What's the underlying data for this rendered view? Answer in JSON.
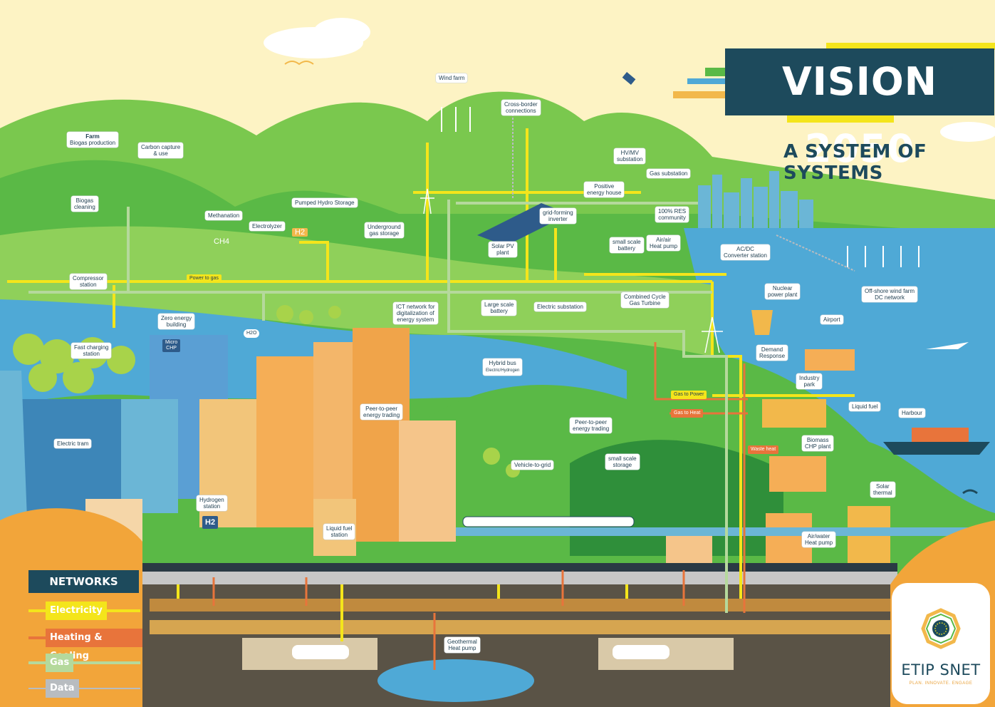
{
  "header": {
    "title": "VISION 2050",
    "subtitle": "A SYSTEM OF SYSTEMS"
  },
  "labels": {
    "farm_title": "Farm",
    "farm_sub": "Biogas production",
    "carbon_capture": "Carbon capture\n& use",
    "biogas_cleaning": "Biogas\ncleaning",
    "methanation": "Methanation",
    "electrolyzer": "Electrolyzer",
    "pumped_hydro": "Pumped Hydro Storage",
    "underground_gas": "Underground\ngas storage",
    "wind_farm": "Wind farm",
    "cross_border": "Cross-border\nconnections",
    "solar_pv": "Solar PV\nplant",
    "grid_forming": "grid-forming\ninverter",
    "positive_energy": "Positive\nenergy house",
    "hv_mv": "HV/MV\nsubstation",
    "gas_substation": "Gas substation",
    "res_community": "100% RES\ncommunity",
    "small_battery": "small scale\nbattery",
    "air_air": "Air/air\nHeat pump",
    "acdc": "AC/DC\nConverter station",
    "offshore_wind": "Off-shore wind farm\nDC network",
    "nuclear": "Nuclear\npower plant",
    "compressor": "Compressor\nstation",
    "power_to_gas": "Power to gas",
    "large_battery": "Large scale\nbattery",
    "electric_substation": "Electric substation",
    "ccgt": "Combined Cycle\nGas Turbine",
    "ict": "ICT network for\ndigitalization of\nenergy system",
    "zero_energy": "Zero energy\nbuilding",
    "micro_chp": "Micro\nCHP",
    "h2o": "H2O",
    "fast_charging": "Fast charging\nstation",
    "hybrid_bus": "Hybrid bus",
    "hybrid_bus_sub": "Electric/Hydrogen",
    "airport": "Airport",
    "demand_response": "Demand\nResponse",
    "industry_park": "Industry\npark",
    "liquid_fuel": "Liquid fuel",
    "harbour": "Harbour",
    "gas_to_power": "Gas to Power",
    "gas_to_heat": "Gas to Heat",
    "waste_heat": "Waste heat",
    "biomass_chp": "Biomass\nCHP plant",
    "electric_tram": "Electric tram",
    "p2p_left": "Peer-to-peer\nenergy trading",
    "p2p_right": "Peer-to-peer\nenergy trading",
    "small_storage": "small scale\nstorage",
    "vehicle_to_grid": "Vehicle-to-grid",
    "hydrogen_station": "Hydrogen\nstation",
    "h2_sign": "H2",
    "liquid_fuel_station": "Liquid fuel\nstation",
    "solar_thermal": "Solar\nthermal",
    "air_water": "Air/water\nHeat pump",
    "geothermal": "Geothermal\nHeat pump",
    "ch4": "CH4",
    "h2": "H2"
  },
  "legend": {
    "title": "NETWORKS",
    "items": [
      {
        "label": "Electricity",
        "color": "#f4e51b"
      },
      {
        "label": "Heating & Cooling",
        "color": "#e8743b"
      },
      {
        "label": "Gas",
        "color": "#b5d99c"
      },
      {
        "label": "Data",
        "color": "#b8bcc0"
      }
    ]
  },
  "logo": {
    "name": "ETIP SNET",
    "tagline": "PLAN. INNOVATE. ENGAGE"
  },
  "colors": {
    "navy": "#1d4a5c",
    "electricity": "#f4e51b",
    "heat": "#e8743b",
    "gas": "#b5d99c",
    "water": "#4fa9d6",
    "hill_green": "#5ab946",
    "hill_dark": "#2f8f3a",
    "sand": "#f2b84b"
  }
}
